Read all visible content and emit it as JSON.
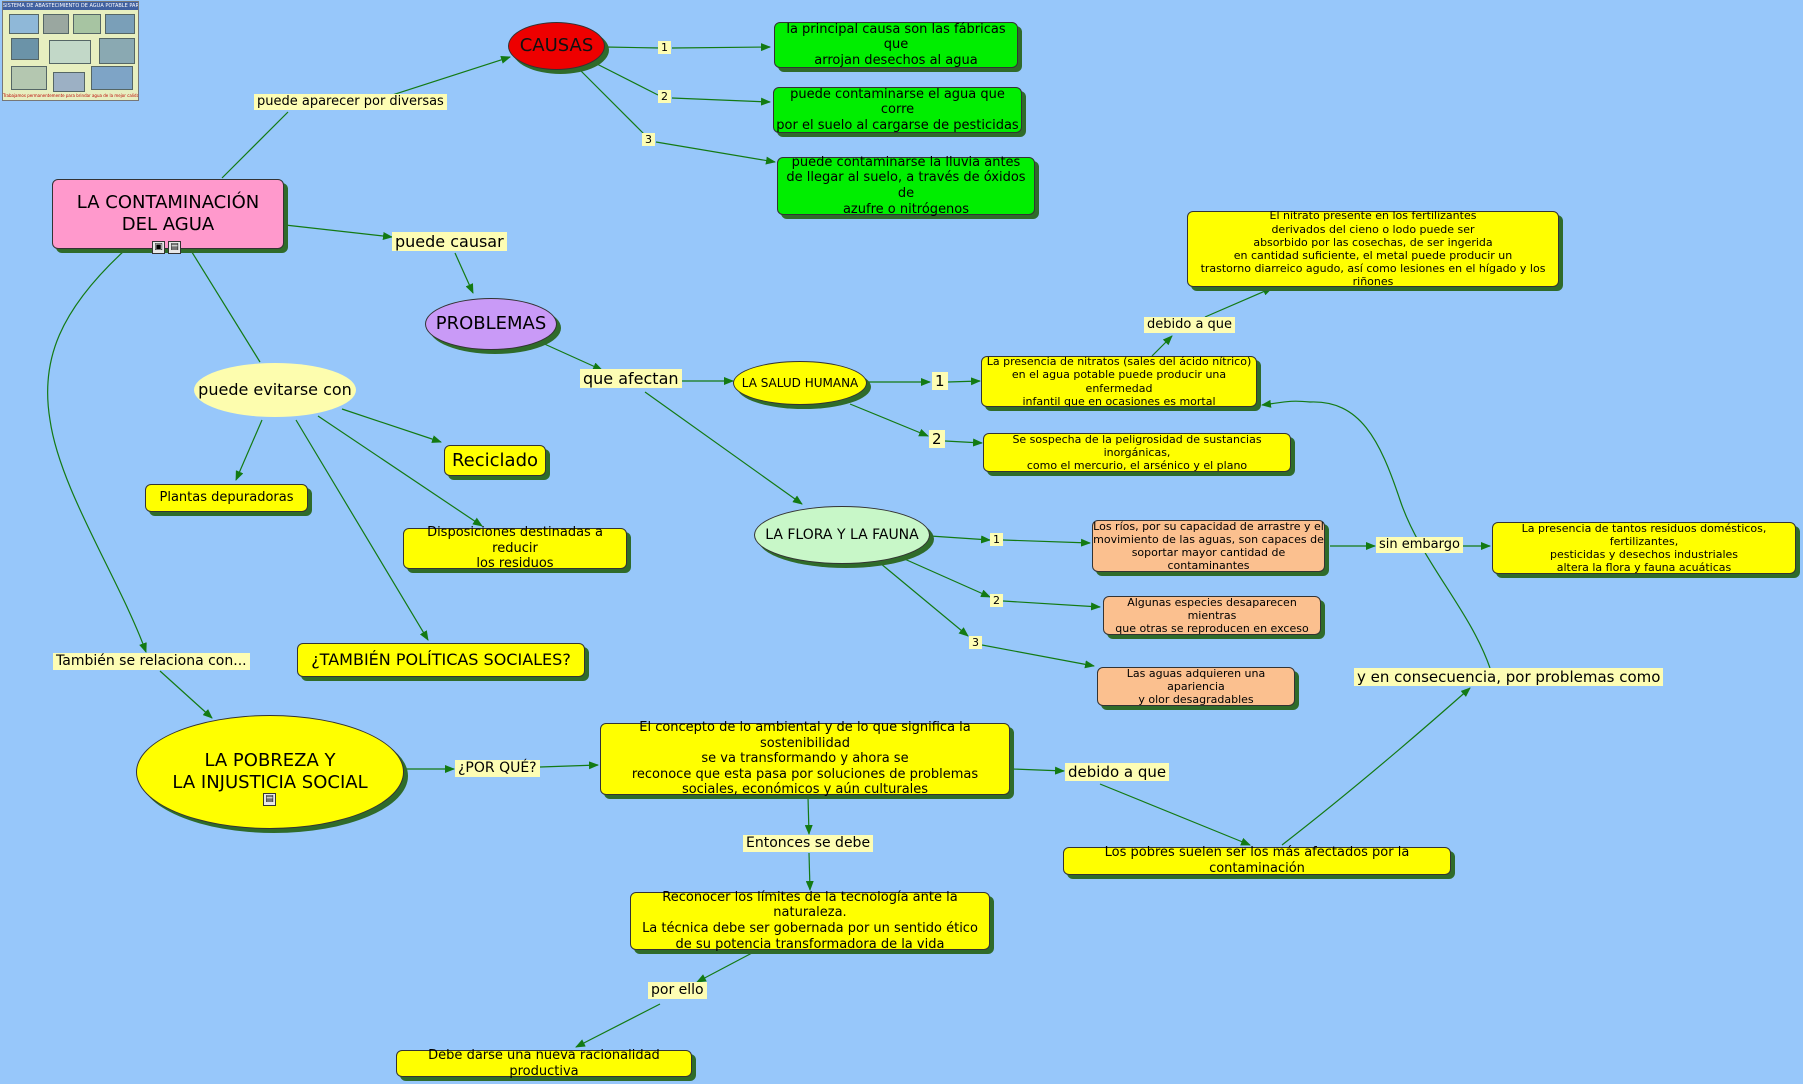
{
  "thumbnail": {
    "title": "SISTEMA DE ABASTECIMIENTO DE AGUA POTABLE PARA CHICLAYO",
    "caption": "Trabajamos permanentemente para brindar agua de la mejor calidad, cuidado de la Naturaleza"
  },
  "nodes": {
    "contaminacion": "LA CONTAMINACIÓN\nDEL AGUA",
    "causas": "CAUSAS",
    "causa1": "la principal causa son las fábricas que\narrojan desechos al agua",
    "causa2": "puede contaminarse el agua que corre\npor el suelo al cargarse de pesticidas",
    "causa3": "puede contaminarse la lluvia antes\nde llegar al suelo, a través de óxidos de\nazufre o nitrógenos",
    "nitrato": "El nitrato presente en los fertilizantes\nderivados del cieno o lodo puede ser\nabsorbido por las cosechas, de ser ingerida\nen cantidad suficiente, el metal puede producir un\ntrastorno diarreico agudo, así como lesiones en el hígado y los riñones",
    "problemas": "PROBLEMAS",
    "salud": "LA SALUD HUMANA",
    "salud1": "La presencia de nitratos (sales del ácido nítrico)\nen el agua potable puede producir una enfermedad\ninfantil que en ocasiones es mortal",
    "salud2": "Se sospecha de la peligrosidad de sustancias inorgánicas,\ncomo el mercurio, el arsénico y el plano",
    "flora": "LA FLORA Y LA FAUNA",
    "flora1": "Los ríos, por su capacidad de arrastre y el\nmovimiento de las aguas, son capaces de\nsoportar mayor cantidad de contaminantes",
    "flora2": "Algunas especies desaparecen mientras\nque otras se reproducen en exceso",
    "flora3": "Las aguas adquieren una apariencia\ny olor desagradables",
    "residuos": "La presencia de tantos residuos domésticos, fertilizantes,\npesticidas y desechos industriales\naltera la flora y fauna acuáticas",
    "evitarse": "puede evitarse con",
    "plantas": "Plantas depuradoras",
    "reciclado": "Reciclado",
    "disposiciones": "Disposiciones destinadas a reducir\nlos residuos",
    "politicas": "¿TAMBIÉN POLÍTICAS SOCIALES?",
    "pobreza": "LA POBREZA Y\nLA INJUSTICIA SOCIAL",
    "concepto": "El concepto de lo ambiental y de lo que significa la sostenibilidad\nse va transformando y ahora se\nreconoce que esta pasa por soluciones de problemas\nsociales, económicos y aún culturales",
    "reconocer": "Reconocer los límites de la tecnología ante la naturaleza.\nLa técnica debe ser gobernada por un sentido ético\nde su potencia transformadora de la vida",
    "racionalidad": "Debe darse una nueva racionalidad productiva",
    "pobres": "Los pobres suelen ser los más afectados por la contaminación"
  },
  "labels": {
    "diversas": "puede aparecer por diversas",
    "causar": "puede causar",
    "afectan": "que afectan",
    "c1": "1",
    "c2": "2",
    "c3": "3",
    "debido_a_que_top": "debido a que",
    "s1": "1",
    "s2": "2",
    "f1": "1",
    "f2": "2",
    "f3": "3",
    "sin_embargo": "sin embargo",
    "consecuencia": "y en consecuencia, por problemas como",
    "relaciona": "También se relaciona con...",
    "por_que": "¿POR QUÉ?",
    "debido_a_que": "debido a que",
    "entonces": "Entonces se debe",
    "por_ello": "por ello"
  },
  "colors": {
    "background": "#97c7fa",
    "link": "#137a13",
    "concept_yellow": "#ffff00",
    "concept_green": "#00ee00",
    "concept_orange": "#fbc08f",
    "main_pink": "#ff99cc",
    "causas_red": "#ee0000",
    "problemas_purple": "#c99af7",
    "flora_lightgreen": "#c8f7c8",
    "label_bg": "#fdfdb4"
  },
  "icons": [
    "image-icon",
    "document-icon"
  ]
}
